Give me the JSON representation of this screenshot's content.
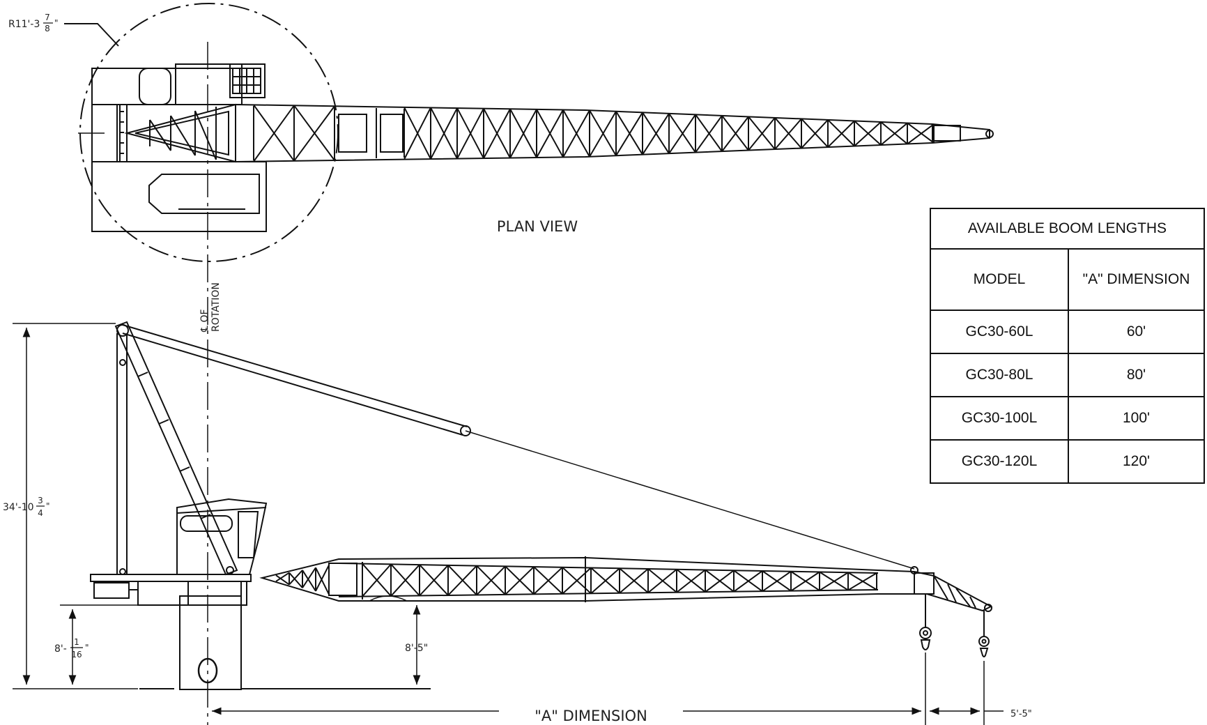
{
  "labels": {
    "plan_view": "PLAN VIEW",
    "centerline": "℄ OF",
    "rotation": "ROTATION",
    "a_dimension": "\"A\" DIMENSION"
  },
  "dimensions": {
    "radius_whole": "R11'-3",
    "radius_num": "7",
    "radius_den": "8",
    "radius_inch": "\"",
    "height_whole": "34'-10",
    "height_num": "3",
    "height_den": "4",
    "height_inch": "\"",
    "pedestal_whole": "8'-",
    "pedestal_num": "1",
    "pedestal_den": "16",
    "pedestal_inch": "\"",
    "boom_clearance": "8'-5\"",
    "tip_offset": "5'-5\""
  },
  "table": {
    "title": "AVAILABLE BOOM LENGTHS",
    "headers": [
      "MODEL",
      "\"A\" DIMENSION"
    ],
    "rows": [
      {
        "model": "GC30-60L",
        "a": "60'"
      },
      {
        "model": "GC30-80L",
        "a": "80'"
      },
      {
        "model": "GC30-100L",
        "a": "100'"
      },
      {
        "model": "GC30-120L",
        "a": "120'"
      }
    ]
  }
}
